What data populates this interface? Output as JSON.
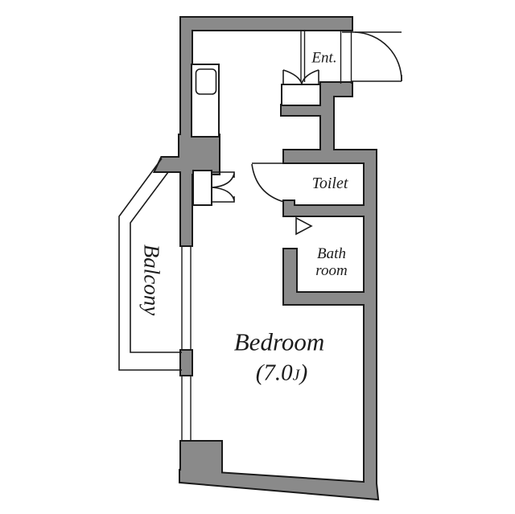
{
  "labels": {
    "entrance": "Ent.",
    "toilet": "Toilet",
    "bathroom_line1": "Bath",
    "bathroom_line2": "room",
    "bedroom": "Bedroom",
    "bedroom_area_prefix": "(7.0",
    "bedroom_area_unit": "J",
    "bedroom_area_suffix": ")",
    "balcony": "Balcony"
  },
  "colors": {
    "wall_fill": "#8a8a8a",
    "outline": "#1a1a1a",
    "background": "#ffffff",
    "text": "#1c1c1c"
  }
}
